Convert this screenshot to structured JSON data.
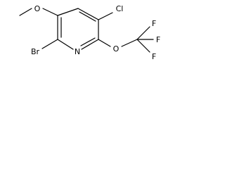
{
  "molecule": {
    "atoms": {
      "methoxy_carbon": "",
      "methoxy_oxygen": "O",
      "chlorine": "Cl",
      "bromine": "Br",
      "ring_nitrogen": "N",
      "ether_oxygen": "O",
      "cf3_carbon": "",
      "fluorine_1": "F",
      "fluorine_2": "F",
      "fluorine_3": "F"
    },
    "colors": {
      "bond": "#000000",
      "label": "#000000"
    }
  }
}
